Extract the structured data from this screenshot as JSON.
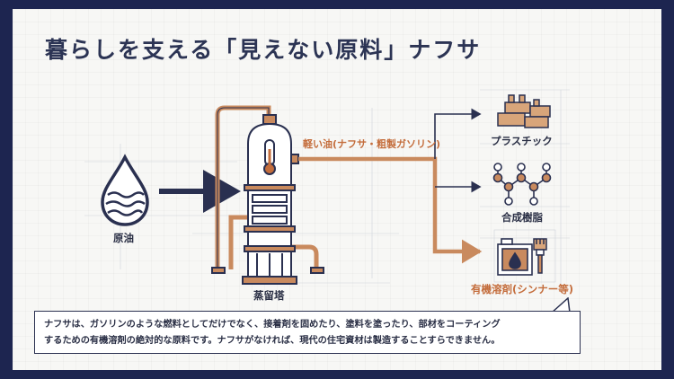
{
  "title": "暮らしを支える「見えない原料」ナフサ",
  "labels": {
    "crude_oil": "原油",
    "distillation_tower": "蒸留塔",
    "light_oil": "軽い油(ナフサ・粗製ガソリン)",
    "plastic": "プラスチック",
    "synthetic_resin": "合成樹脂",
    "organic_solvent": "有機溶剤(シンナー等)"
  },
  "caption": {
    "line1": "ナフサは、ガソリンのような燃料としてだけでなく、接着剤を固めたり、塗料を塗ったり、部材をコーティング",
    "line2": "するための有機溶剤の絶対的な原料です。ナフサがなければ、現代の住宅資材は製造することすらできません。"
  },
  "colors": {
    "background_frame": "#1d2550",
    "navy": "#2a3050",
    "copper": "#c98a5e",
    "orange_text": "#c46d3c"
  }
}
